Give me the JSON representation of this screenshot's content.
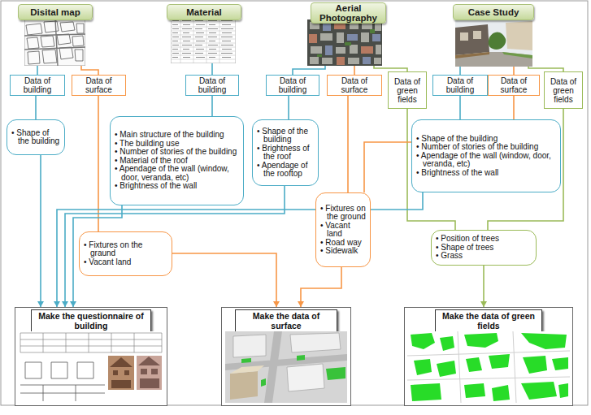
{
  "diagram": {
    "nodes": [
      {
        "text": [
          "Disital map"
        ]
      },
      {
        "text": [
          "Material"
        ]
      },
      {
        "text": [
          "Aerial Photography"
        ]
      },
      {
        "text": [
          "Case Study"
        ]
      },
      {
        "text": [
          "Data of building"
        ]
      },
      {
        "text": [
          "Data of surface"
        ]
      },
      {
        "text": [
          "Data of building"
        ]
      },
      {
        "text": [
          "Data of building"
        ]
      },
      {
        "text": [
          "Data of surface"
        ]
      },
      {
        "text": [
          "Data of green fields"
        ]
      },
      {
        "text": [
          "Data of building"
        ]
      },
      {
        "text": [
          "Data of surface"
        ]
      },
      {
        "text": [
          "Data of green fields"
        ]
      },
      {
        "text": [
          "• Shape of the building"
        ]
      },
      {
        "text": [
          "• Main structure of the building",
          "• The building use",
          "• Number of stories of the building",
          "• Material of the roof",
          "• Apendage of the wall (window, door, veranda, etc)",
          "• Brightness of the wall"
        ]
      },
      {
        "text": [
          "• Shape of the building",
          "• Brightness of the roof",
          "• Apendage of the rooftop"
        ]
      },
      {
        "text": [
          "• Shape of the building",
          "• Number of stories of the building",
          "• Apendage of the wall (window, door, veranda, etc)",
          "• Brightness of the wall"
        ]
      },
      {
        "text": [
          "• Fixtures on the graund",
          "• Vacant land"
        ]
      },
      {
        "text": [
          "• Fixtures on the ground",
          "• Vacant land",
          "• Road way",
          "• Sidewalk"
        ]
      },
      {
        "text": [
          "• Position of trees",
          "• Shape of trees",
          "• Grass"
        ]
      },
      {
        "text": [
          "Make the questionnaire of building"
        ]
      },
      {
        "text": [
          "Make the data of surface"
        ]
      },
      {
        "text": [
          "Make the data of green fields"
        ]
      }
    ],
    "edges": [
      {
        "from": 0,
        "to": 4,
        "arrow": "none"
      },
      {
        "from": 0,
        "to": 5,
        "arrow": "none"
      },
      {
        "from": 1,
        "to": 6,
        "arrow": "none"
      },
      {
        "from": 2,
        "to": 7,
        "arrow": "none"
      },
      {
        "from": 2,
        "to": 8,
        "arrow": "none"
      },
      {
        "from": 2,
        "to": 9,
        "arrow": "none"
      },
      {
        "from": 3,
        "to": 10,
        "arrow": "none"
      },
      {
        "from": 3,
        "to": 11,
        "arrow": "none"
      },
      {
        "from": 3,
        "to": 12,
        "arrow": "none"
      },
      {
        "from": 4,
        "to": 13,
        "arrow": "none"
      },
      {
        "from": 5,
        "to": 17,
        "arrow": "none"
      },
      {
        "from": 6,
        "to": 14,
        "arrow": "none"
      },
      {
        "from": 7,
        "to": 15,
        "arrow": "none"
      },
      {
        "from": 8,
        "to": 18,
        "arrow": "none"
      },
      {
        "from": 9,
        "to": 19,
        "arrow": "none"
      },
      {
        "from": 10,
        "to": 16,
        "arrow": "none"
      },
      {
        "from": 11,
        "to": 18,
        "arrow": "none"
      },
      {
        "from": 12,
        "to": 19,
        "arrow": "none"
      },
      {
        "from": 13,
        "to": 20,
        "arrow": "to"
      },
      {
        "from": 14,
        "to": 20,
        "arrow": "to"
      },
      {
        "from": 15,
        "to": 20,
        "arrow": "to"
      },
      {
        "from": 16,
        "to": 20,
        "arrow": "to"
      },
      {
        "from": 17,
        "to": 21,
        "arrow": "to"
      },
      {
        "from": 18,
        "to": 21,
        "arrow": "to"
      },
      {
        "from": 19,
        "to": 22,
        "arrow": "to"
      }
    ]
  }
}
